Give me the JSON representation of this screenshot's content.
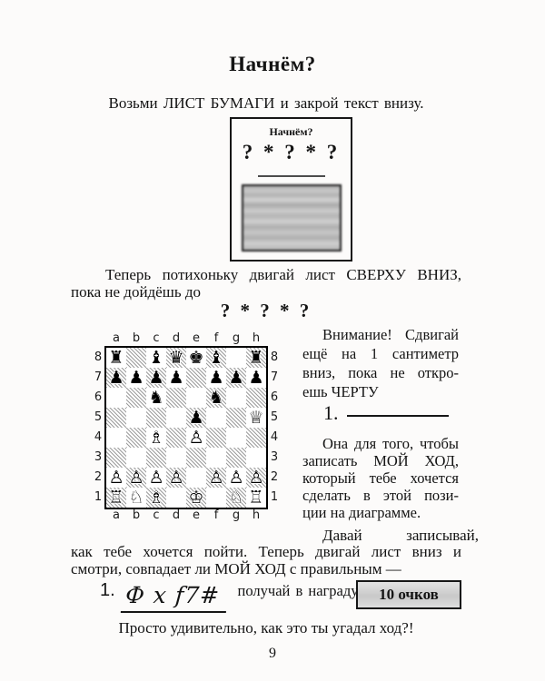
{
  "page": {
    "title": "Начнём?",
    "page_number": "9"
  },
  "intro": {
    "text": "Возьми ЛИСТ БУМАГИ и закрой текст внизу."
  },
  "paper_sheet": {
    "header": "Начнём?",
    "symbols": "? * ? * ?"
  },
  "move_down": {
    "line1": "Теперь потихоньку двигай лист СВЕРХУ ВНИЗ,",
    "line2": "пока не дойдёшь до",
    "symbols": "? * ? * ?"
  },
  "chess": {
    "files": [
      "a",
      "b",
      "c",
      "d",
      "e",
      "f",
      "g",
      "h"
    ],
    "ranks": [
      "8",
      "7",
      "6",
      "5",
      "4",
      "3",
      "2",
      "1"
    ],
    "board": [
      [
        "br",
        "",
        "bb",
        "bq",
        "bk",
        "bb",
        "",
        "br"
      ],
      [
        "bp",
        "bp",
        "bp",
        "bp",
        "",
        "bp",
        "bp",
        "bp"
      ],
      [
        "",
        "",
        "bn",
        "",
        "",
        "bn",
        "",
        ""
      ],
      [
        "",
        "",
        "",
        "",
        "bp",
        "",
        "",
        "wq"
      ],
      [
        "",
        "",
        "wb",
        "",
        "wp",
        "",
        "",
        ""
      ],
      [
        "",
        "",
        "",
        "",
        "",
        "",
        "",
        ""
      ],
      [
        "wp",
        "wp",
        "wp",
        "wp",
        "",
        "wp",
        "wp",
        "wp"
      ],
      [
        "wr",
        "wn",
        "wb",
        "",
        "wk",
        "",
        "wn",
        "wr"
      ]
    ],
    "glyphs": {
      "br": "♜",
      "bn": "♞",
      "bb": "♝",
      "bq": "♛",
      "bk": "♚",
      "bp": "♟",
      "wr": "♖",
      "wn": "♘",
      "wb": "♗",
      "wq": "♕",
      "wk": "♔",
      "wp": "♙"
    }
  },
  "attention": {
    "lines": [
      "Внимание! Сдвигай",
      "ещё на 1 сантиметр",
      "вниз, пока не откро-",
      "ешь ЧЕРТУ"
    ],
    "move_number": "1."
  },
  "explanation": {
    "lines": [
      "Она для того, чтобы",
      "записать МОЙ ХОД,",
      "который тебе хочется",
      "сделать в этой пози-",
      "ции на диаграмме."
    ]
  },
  "record": {
    "line1": "Давай записывай,",
    "line2": "как тебе хочется пойти. Теперь двигай лист вниз и",
    "line3": "смотри, совпадает ли МОЙ ХОД с правильным —"
  },
  "answer": {
    "number": "1.",
    "move": "Ф x f7#",
    "reward_text": "получай в награду",
    "points": "10 очков"
  },
  "final": {
    "text": "Просто удивительно, как это ты угадал ход?!"
  },
  "colors": {
    "hatch": "#9d9d9d",
    "points_box_bg": "#d2d2d2",
    "covered_area": "#bcbcbc"
  }
}
